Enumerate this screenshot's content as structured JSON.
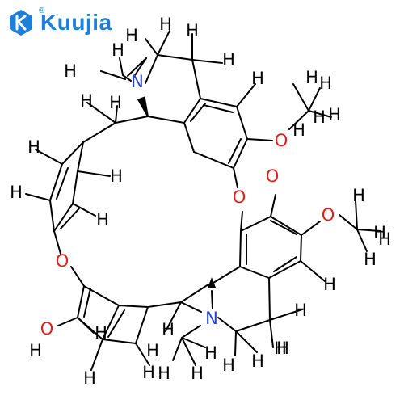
{
  "brand": {
    "name": "Kuujia",
    "registered_mark": "®",
    "color": "#1e7fd6"
  },
  "colors": {
    "bond": "#000000",
    "carbon_hydrogen": "#000000",
    "oxygen": "#e0201b",
    "nitrogen": "#2741c9"
  },
  "atom_labels": {
    "hydrogen": "H",
    "oxygen": "O",
    "nitrogen": "N"
  }
}
